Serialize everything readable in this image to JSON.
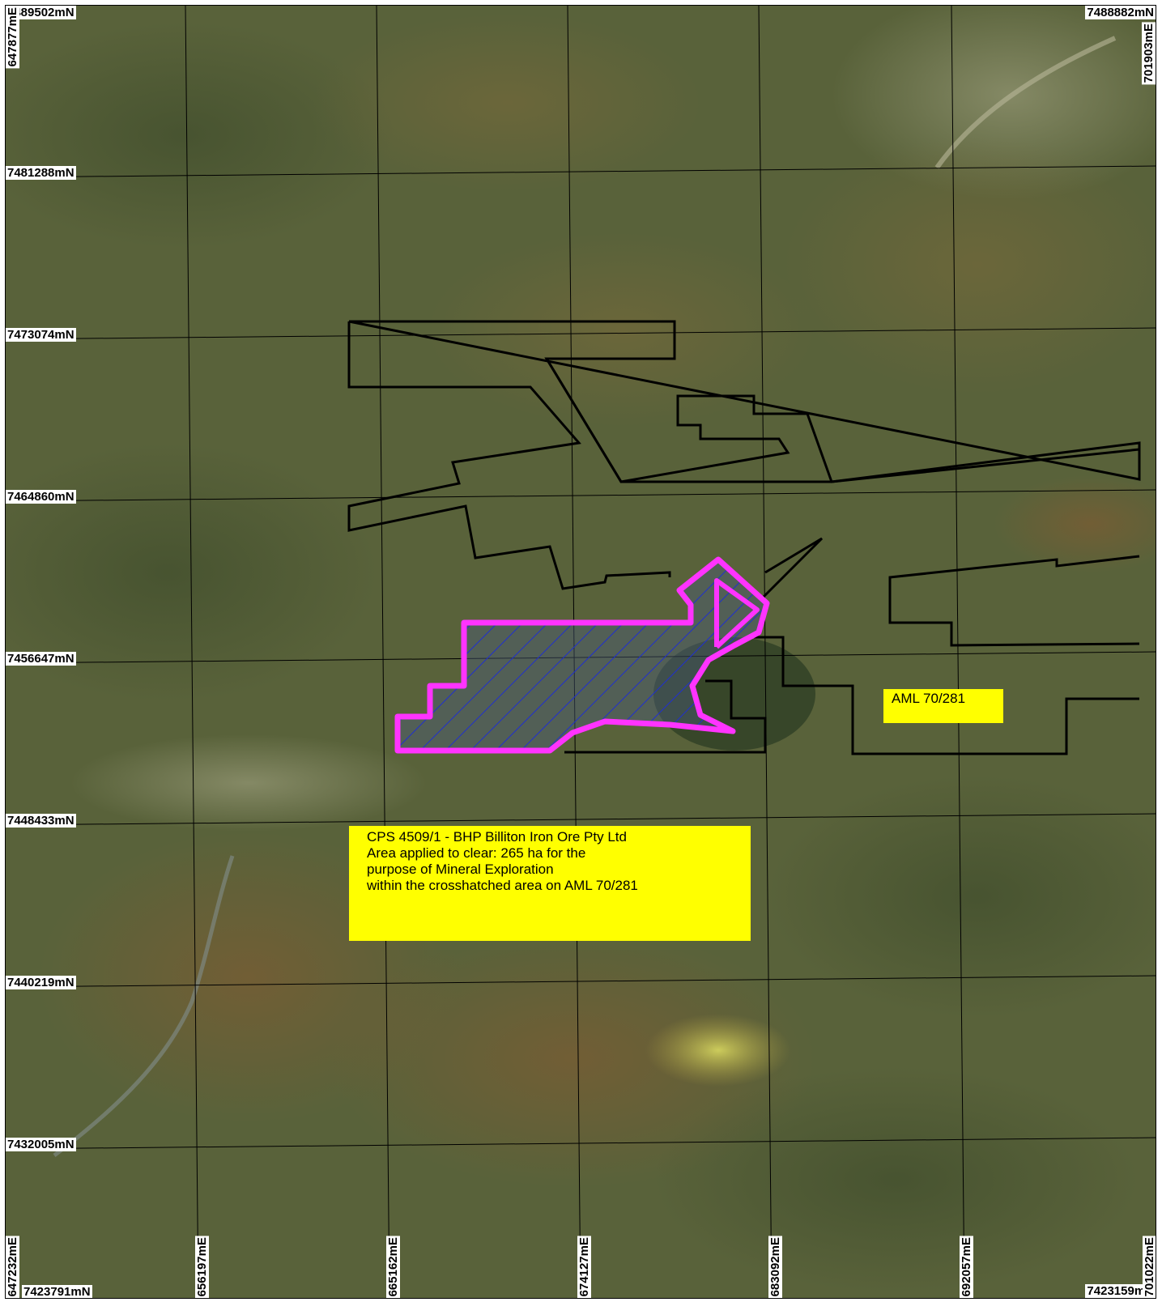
{
  "colors": {
    "terrain_base": "#59623a",
    "grid_line": "#000000",
    "tenement_boundary": "#000000",
    "clearing_area_outline": "#ff33ff",
    "clearing_area_hatch": "#1f2fcf",
    "callout_fill": "#ffff00"
  },
  "northing_labels": [
    "7489502mN",
    "7481288mN",
    "7473074mN",
    "7464860mN",
    "7456647mN",
    "7448433mN",
    "7440219mN",
    "7432005mN",
    "7423791mN"
  ],
  "corner_labels": {
    "top_right_northing": "7488882mN",
    "bottom_right_northing": "7423159mN",
    "top_left_easting": "647877mE",
    "top_right_easting": "701903mE"
  },
  "easting_labels": [
    "647232mE",
    "656197mE",
    "665162mE",
    "674127mE",
    "683092mE",
    "692057mE",
    "701022mE"
  ],
  "tenement_label": "AML 70/281",
  "callout": {
    "lines": [
      "CPS 4509/1 - BHP Billiton Iron Ore Pty Ltd",
      "Area applied to clear: 265 ha for the",
      "purpose  of Mineral Exploration",
      "within the crosshatched area on AML 70/281"
    ]
  }
}
